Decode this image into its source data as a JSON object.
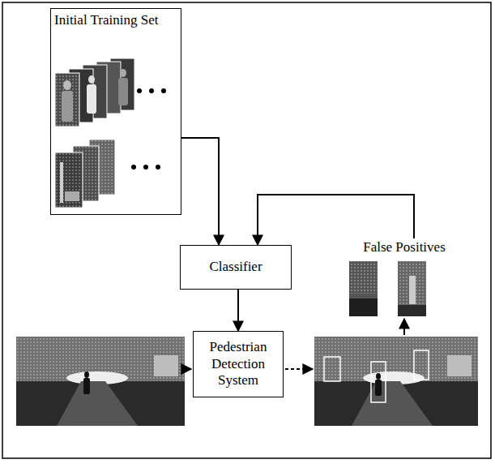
{
  "diagram": {
    "nodes": [
      {
        "text": [
          "Initial Training Set"
        ]
      },
      {
        "text": [
          "Classifier"
        ]
      },
      {
        "text": [
          "Pedestrian Detection System"
        ]
      },
      {
        "text": [
          "False Positives"
        ]
      }
    ],
    "edges": [
      {
        "from": 0,
        "to": 1,
        "arrow": "to"
      },
      {
        "from": 3,
        "to": 1,
        "arrow": "to"
      },
      {
        "from": 1,
        "to": 2,
        "arrow": "to"
      }
    ]
  }
}
